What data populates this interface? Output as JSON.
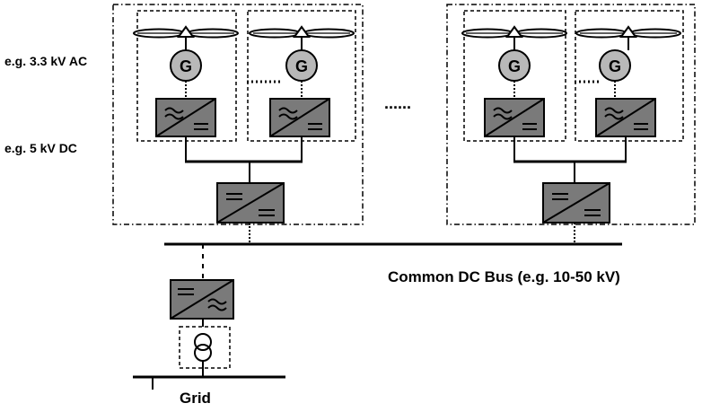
{
  "labels": {
    "ac_voltage": "e.g. 3.3 kV AC",
    "dc_voltage": "e.g. 5 kV DC",
    "bus": "Common DC Bus (e.g. 10-50 kV)",
    "grid": "Grid",
    "ellipsis": "......",
    "generator_symbol": "G"
  },
  "colors": {
    "converter_fill": "#7a7a7a",
    "generator_fill": "#b8b8b8",
    "line": "#000000",
    "background": "#ffffff"
  },
  "icons": {
    "turbine_blade": "turbine-rotor-icon",
    "generator": "generator-icon",
    "ac_dc_converter": "ac-dc-converter-icon",
    "dc_dc_converter": "dc-dc-converter-icon",
    "dc_ac_converter": "dc-ac-converter-icon",
    "transformer": "transformer-icon"
  }
}
